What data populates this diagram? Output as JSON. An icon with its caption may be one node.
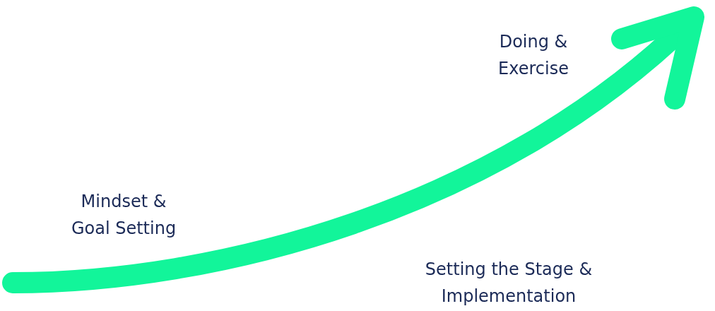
{
  "diagram": {
    "labels": [
      "Doing & Exercise",
      "Mindset & Goal Setting",
      "Setting the Stage & Implementation"
    ]
  }
}
